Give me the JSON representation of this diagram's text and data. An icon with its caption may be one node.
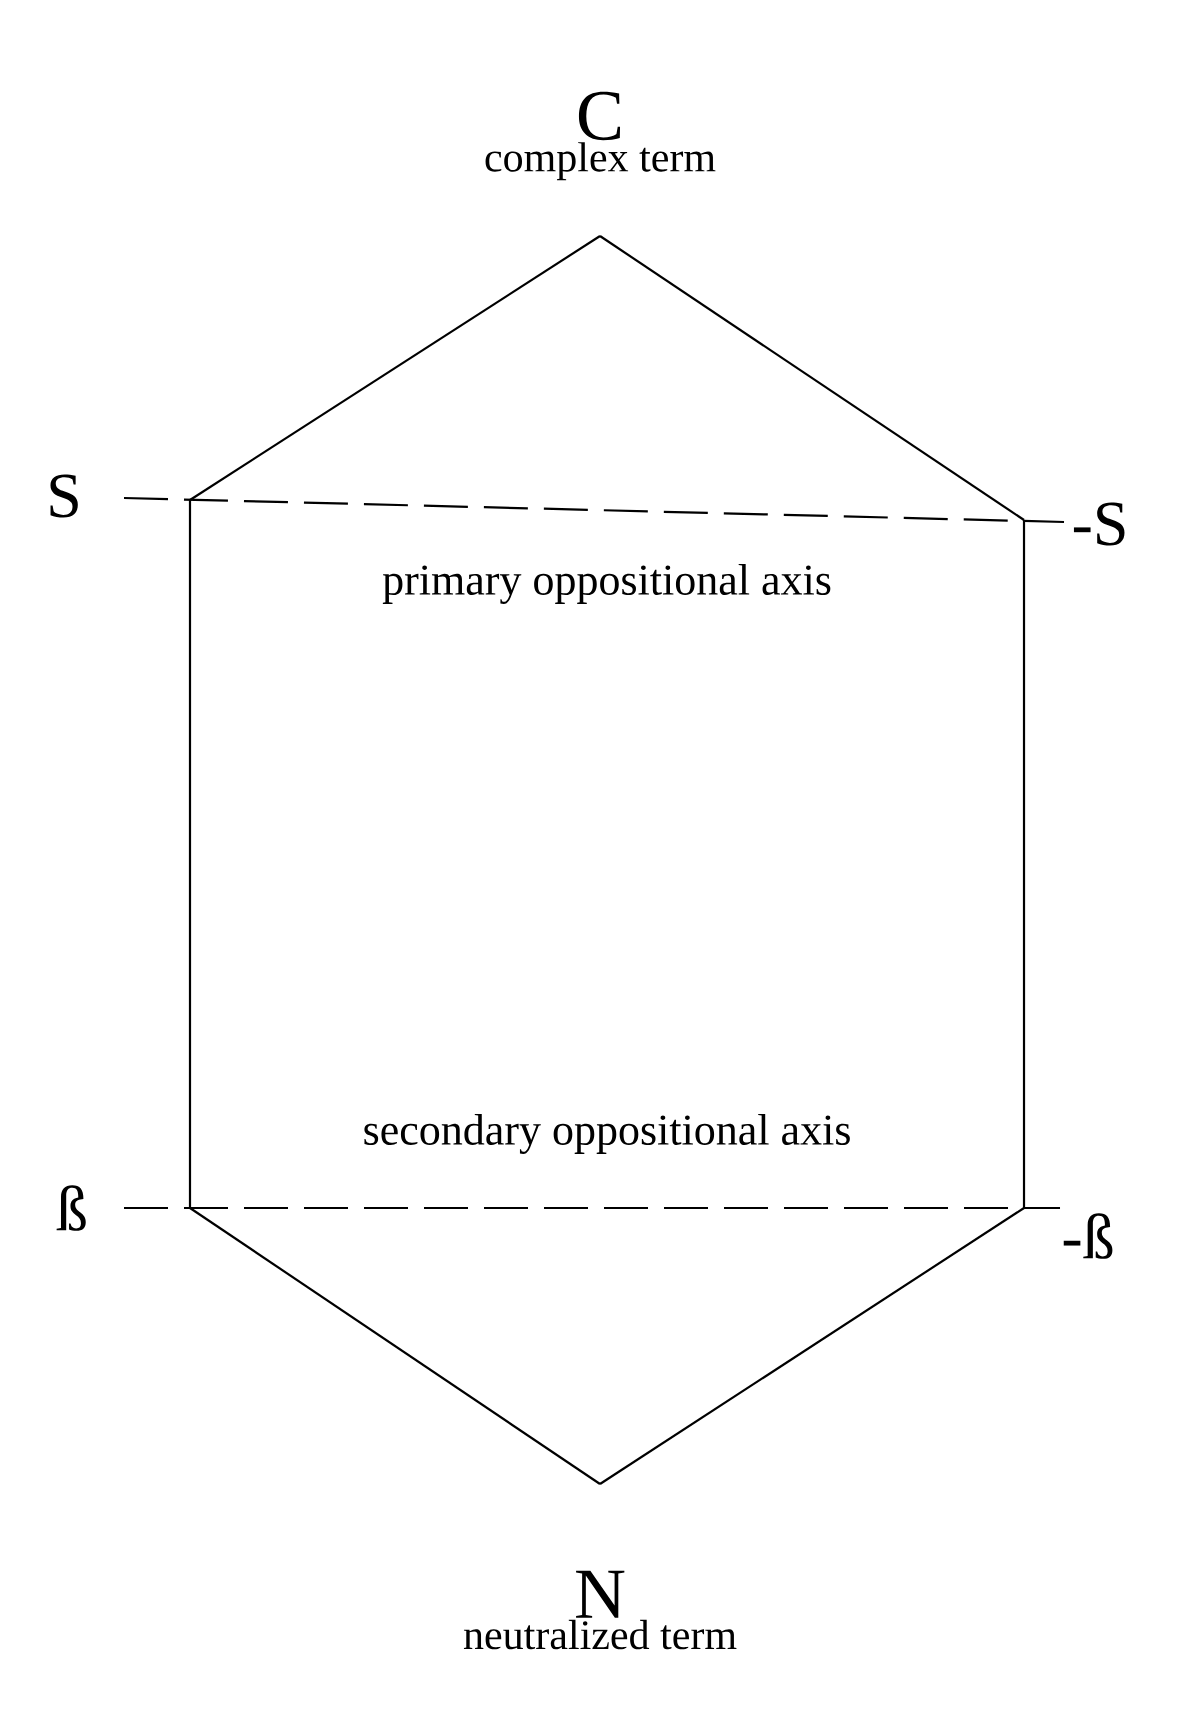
{
  "diagram": {
    "nodes": [
      {
        "text": [
          "C",
          "complex term"
        ]
      },
      {
        "text": [
          "S"
        ]
      },
      {
        "text": [
          "-S"
        ]
      },
      {
        "text": [
          "ß"
        ]
      },
      {
        "text": [
          "-ß"
        ]
      },
      {
        "text": [
          "N",
          "neutralized term"
        ]
      }
    ],
    "edges": [
      {
        "from": 0,
        "to": 1,
        "arrow": "none"
      },
      {
        "from": 0,
        "to": 2,
        "arrow": "none"
      },
      {
        "from": 1,
        "to": 2,
        "arrow": "none",
        "style": "dashed",
        "label": "primary oppositional axis"
      },
      {
        "from": 1,
        "to": 3,
        "arrow": "none"
      },
      {
        "from": 2,
        "to": 4,
        "arrow": "none"
      },
      {
        "from": 3,
        "to": 4,
        "arrow": "none",
        "style": "dashed",
        "label": "secondary oppositional axis"
      },
      {
        "from": 3,
        "to": 5,
        "arrow": "none"
      },
      {
        "from": 4,
        "to": 5,
        "arrow": "none"
      }
    ]
  }
}
